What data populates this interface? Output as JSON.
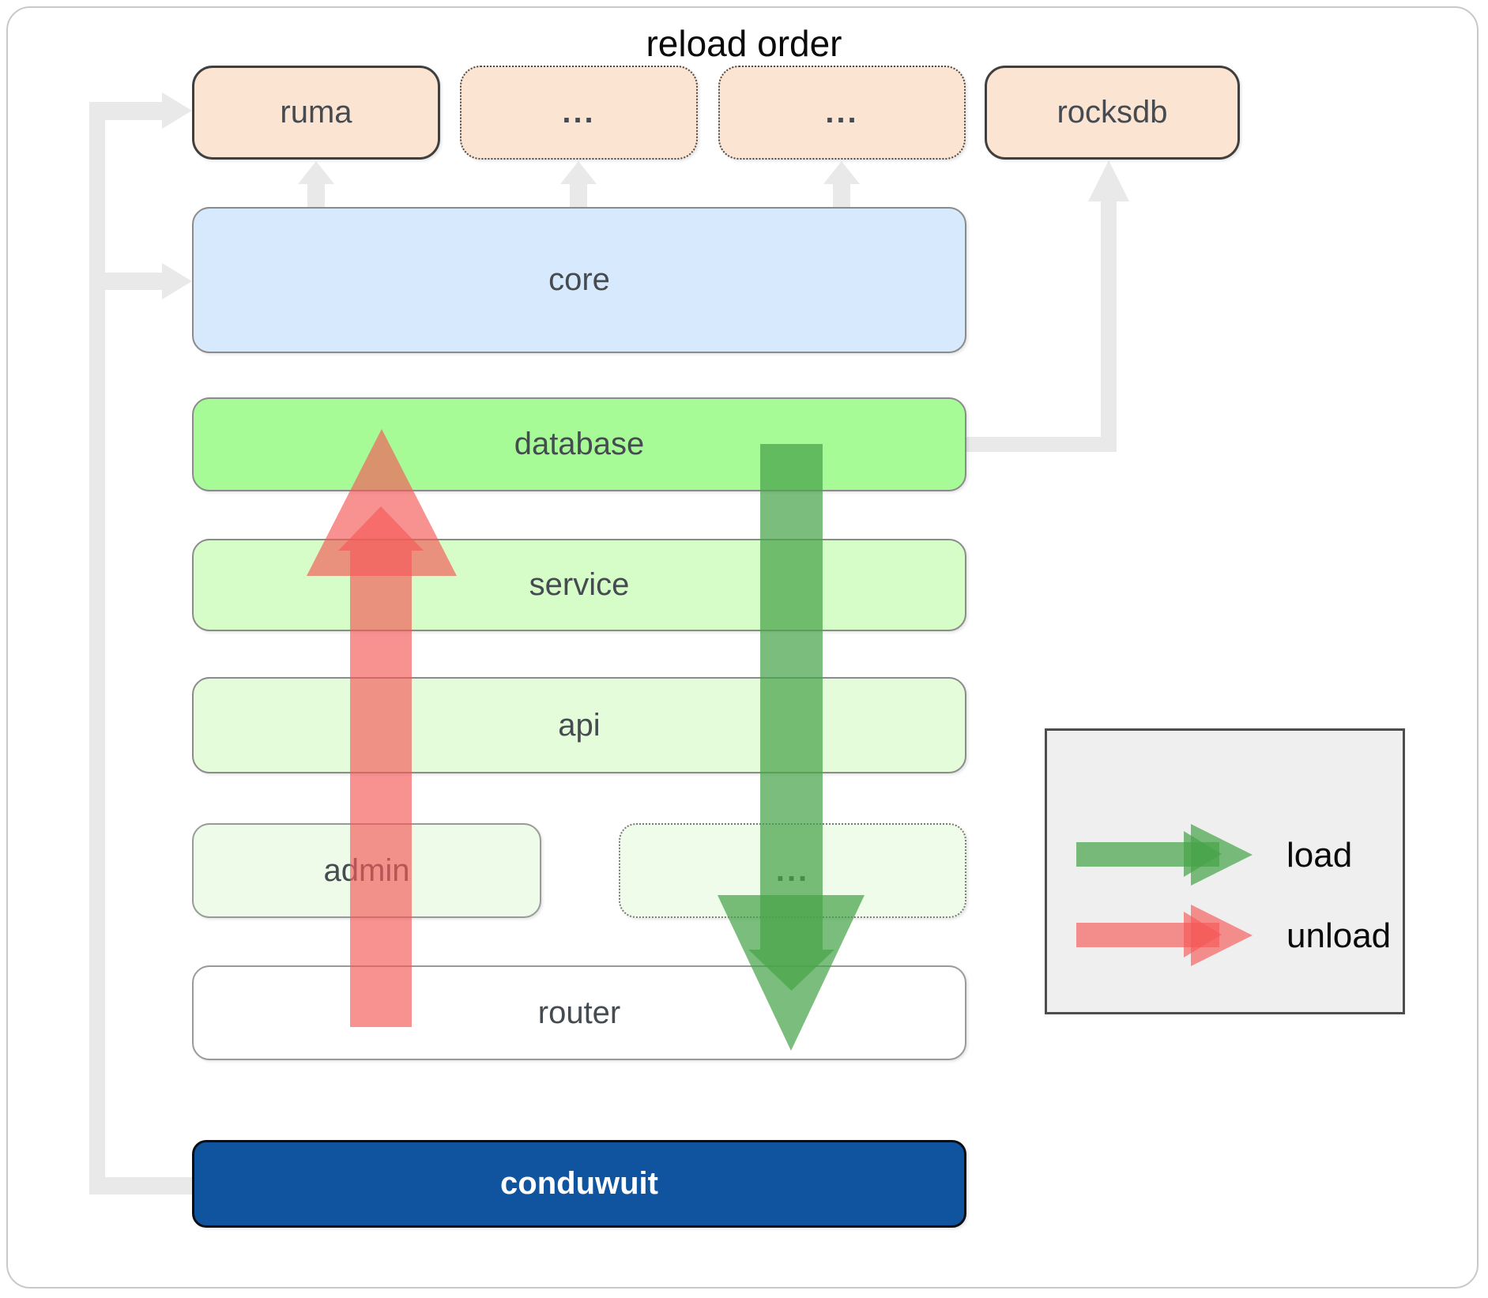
{
  "diagram": {
    "top_row": {
      "ruma": "ruma",
      "mid1": "...",
      "mid2": "...",
      "rocksdb": "rocksdb"
    },
    "layers": {
      "core": "core",
      "database": "database",
      "service": "service",
      "api": "api"
    },
    "admin_row": {
      "admin": "admin",
      "more": "..."
    },
    "router": "router",
    "conduwuit": "conduwuit"
  },
  "legend": {
    "title": "reload order",
    "load_label": "load",
    "unload_label": "unload"
  },
  "colors": {
    "load_arrow_green": "#48a44a",
    "unload_arrow_red": "#f45a58",
    "peach_box": "#fce4d2",
    "core_blue": "#d7e9fc",
    "database_green": "#a7fb96",
    "service_green": "#d6fcc8",
    "api_green": "#e4fcda",
    "admin_green": "#eefbe8",
    "conduwuit_blue": "#10539f",
    "connector_gray": "#e9e9e9",
    "legend_bg": "#efefef"
  }
}
